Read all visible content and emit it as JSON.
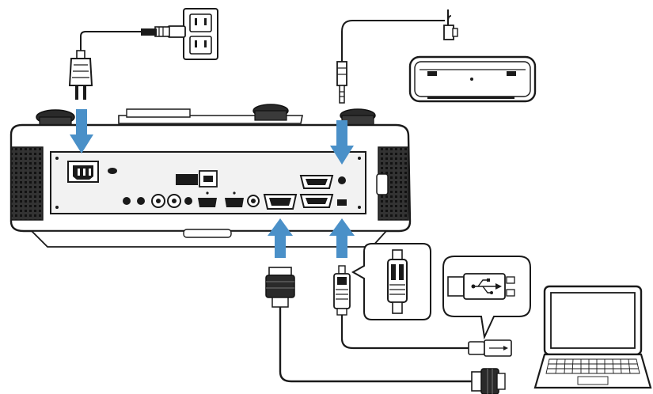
{
  "diagram": {
    "kind": "projector-connection-illustration",
    "colors": {
      "line": "#1a1a1a",
      "arrow": "#4a90c8",
      "body_dark": "#222222",
      "panel": "#f2f2f2",
      "background": "#ffffff"
    },
    "icons": [
      "power-outlet-icon",
      "ac-power-plug-icon",
      "audio-jack-plug-icon",
      "speaker-bar-icon",
      "projector-rear-panel-icon",
      "vga-connector-icon",
      "mini-usb-connector-icon",
      "usb-a-connector-icon",
      "laptop-icon",
      "magnifier-callout-icon"
    ],
    "arrows": [
      "power-input-arrow",
      "audio-input-arrow",
      "vga-input-arrow",
      "usb-input-arrow"
    ]
  }
}
